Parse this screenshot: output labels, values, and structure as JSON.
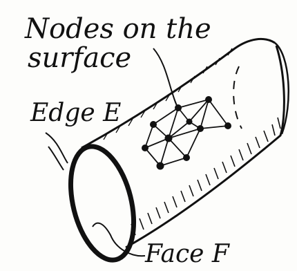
{
  "labels": {
    "nodes_line1": "Nodes on the",
    "nodes_line2": "surface",
    "edge": "Edge E",
    "face": "Face F"
  },
  "colors": {
    "ink": "#111111",
    "paper": "#fdfdfb"
  }
}
